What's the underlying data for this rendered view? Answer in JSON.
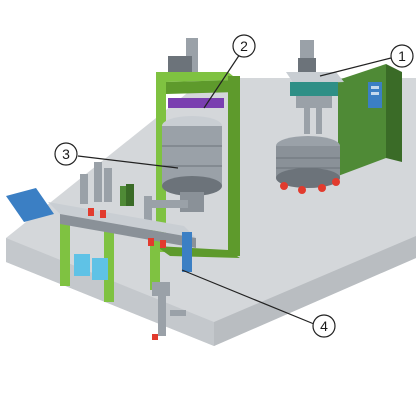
{
  "colors": {
    "floor": "#d4d7da",
    "floor_edge": "#b9bdc1",
    "frame_green": "#7fc241",
    "frame_green_dark": "#5e9a2c",
    "vessel_grey": "#9aa1a8",
    "vessel_dark": "#6c737a",
    "steel_light": "#c9ced3",
    "cabinet_green": "#4f8a36",
    "teal": "#2f8f86",
    "blue_panel": "#3b7fc4",
    "cyan_tank": "#5fc2e6",
    "red_wheel": "#e23b2e",
    "purple_band": "#7a3fb0",
    "callout_stroke": "#222222"
  },
  "callouts": [
    {
      "label": "1",
      "points_to": "mixing-vessel-right"
    },
    {
      "label": "2",
      "points_to": "press-frame-top"
    },
    {
      "label": "3",
      "points_to": "press-vessel"
    },
    {
      "label": "4",
      "points_to": "filling-line-conveyor"
    }
  ]
}
